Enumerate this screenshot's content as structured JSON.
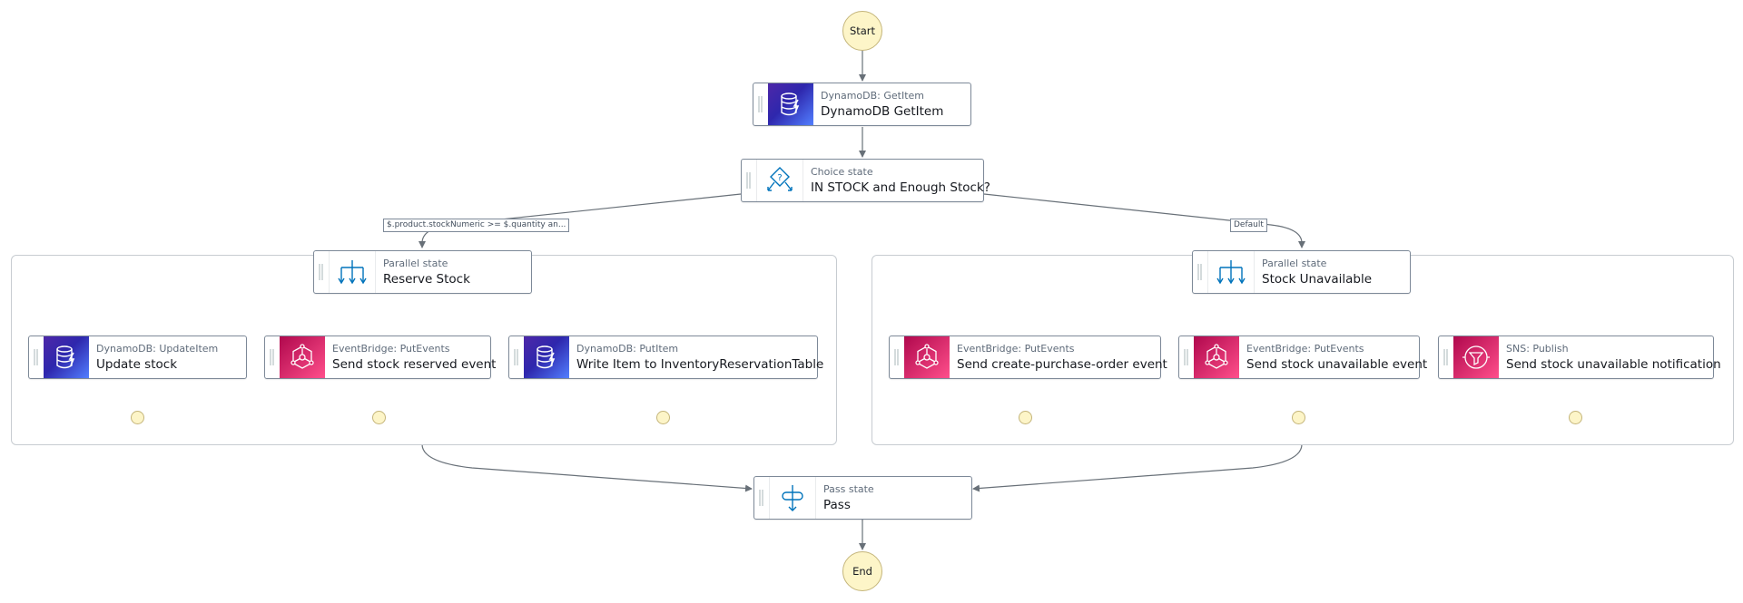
{
  "diagram": {
    "start_label": "Start",
    "end_label": "End",
    "nodes": {
      "get_item": {
        "type": "DynamoDB: GetItem",
        "name": "DynamoDB GetItem",
        "icon": "dynamodb-icon"
      },
      "choice": {
        "type": "Choice state",
        "name": "IN STOCK and Enough Stock?",
        "icon": "choice-icon"
      },
      "reserve": {
        "type": "Parallel state",
        "name": "Reserve Stock",
        "icon": "parallel-icon"
      },
      "unavailable": {
        "type": "Parallel state",
        "name": "Stock Unavailable",
        "icon": "parallel-icon"
      },
      "update_stock": {
        "type": "DynamoDB: UpdateItem",
        "name": "Update stock",
        "icon": "dynamodb-icon"
      },
      "send_reserved": {
        "type": "EventBridge: PutEvents",
        "name": "Send stock reserved event",
        "icon": "eventbridge-icon"
      },
      "write_item": {
        "type": "DynamoDB: PutItem",
        "name": "Write Item to InventoryReservationTable",
        "icon": "dynamodb-icon"
      },
      "send_po": {
        "type": "EventBridge: PutEvents",
        "name": "Send create-purchase-order event",
        "icon": "eventbridge-icon"
      },
      "send_unavailable": {
        "type": "EventBridge: PutEvents",
        "name": "Send stock unavailable event",
        "icon": "eventbridge-icon"
      },
      "sns_publish": {
        "type": "SNS: Publish",
        "name": "Send stock unavailable notification",
        "icon": "sns-icon"
      },
      "pass": {
        "type": "Pass state",
        "name": "Pass",
        "icon": "pass-icon"
      }
    },
    "edge_labels": {
      "choice_true": "$.product.stockNumeric >= $.quantity an...",
      "choice_default": "Default"
    }
  }
}
